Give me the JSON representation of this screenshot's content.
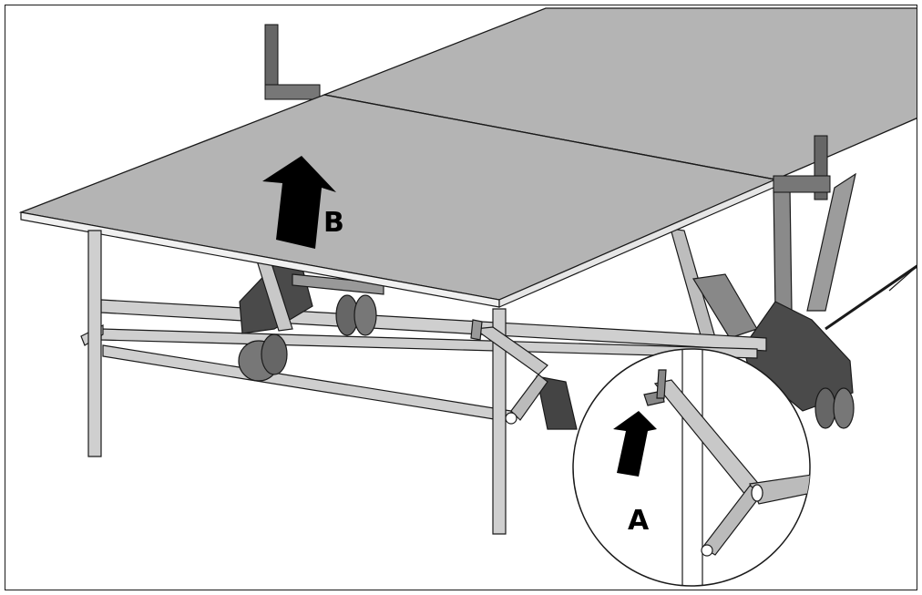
{
  "labels": {
    "step_a": "A",
    "step_b": "B"
  },
  "colors": {
    "tabletop": "#b4b4b4",
    "tabletop_edge": "#f0f0f0",
    "frame_metal": "#c8c8c8",
    "dark_part": "#4a4a4a",
    "outline": "#1a1a1a",
    "arrow": "#000000"
  },
  "icons": [
    "arrow-up-icon",
    "magnifier-circle"
  ]
}
